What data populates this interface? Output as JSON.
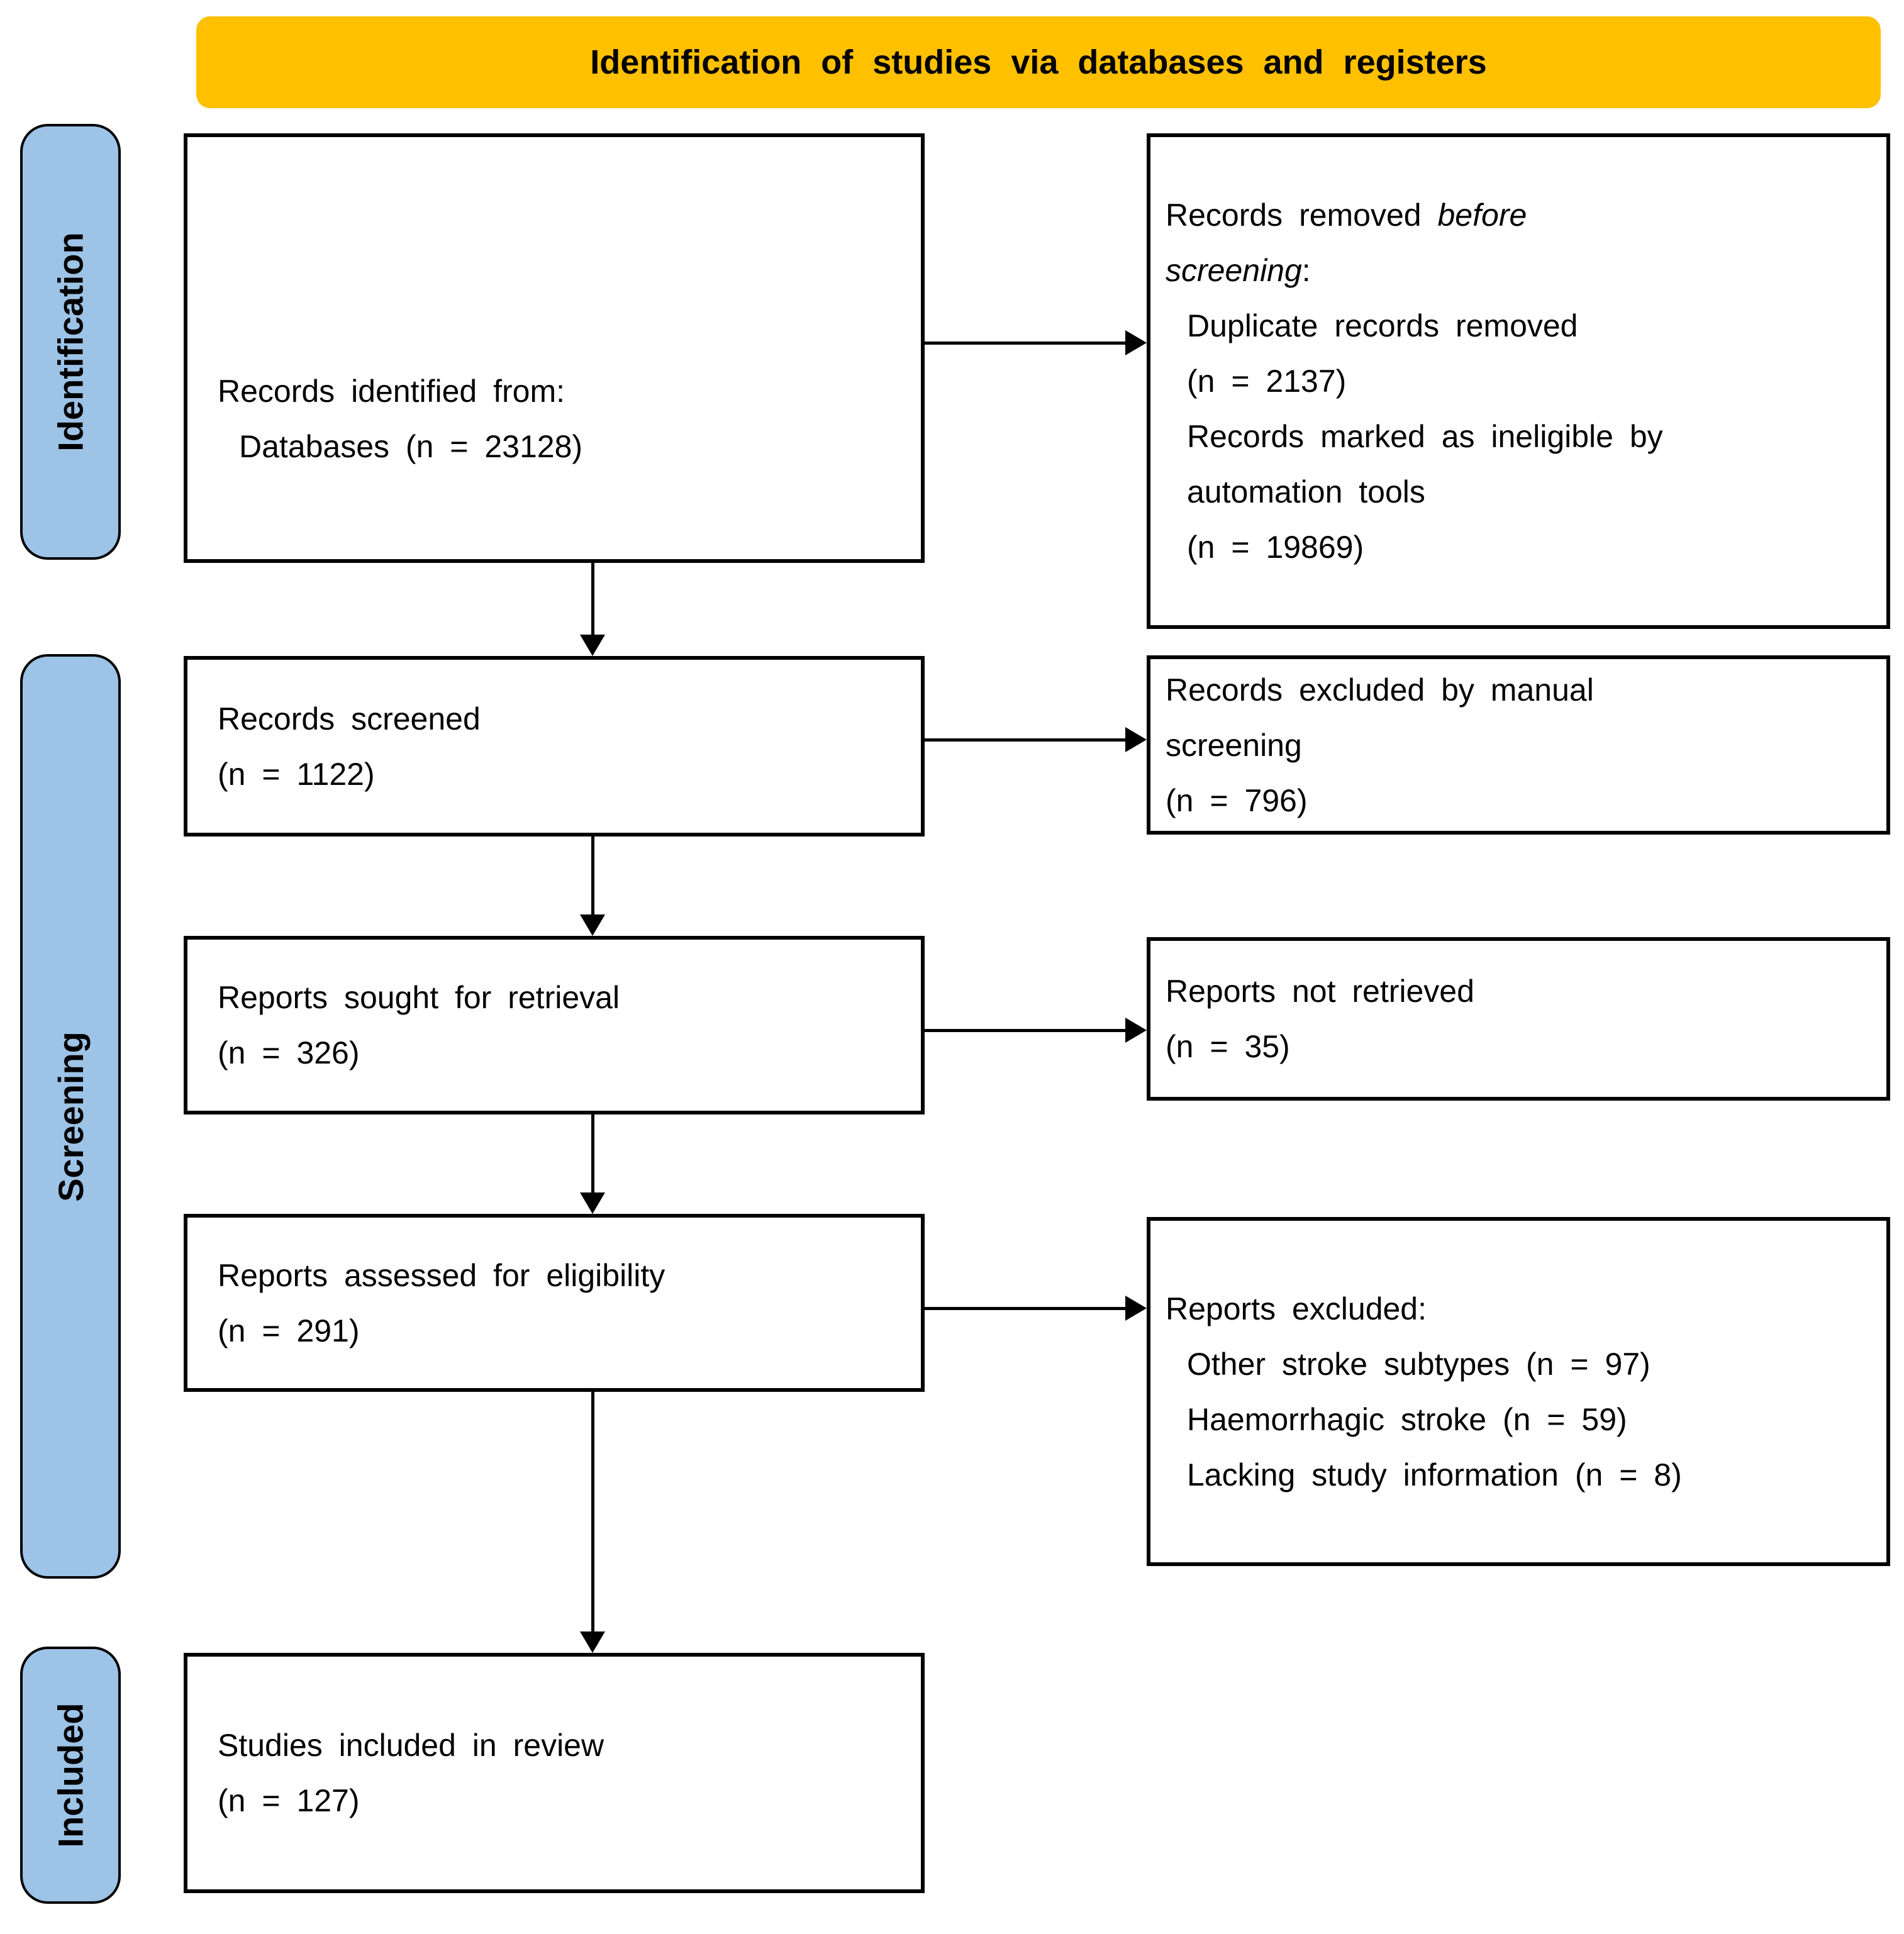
{
  "banner": {
    "title": "Identification of studies via databases  and registers"
  },
  "stages": {
    "identification": "Identification",
    "screening": "Screening",
    "included": "Included"
  },
  "boxes": {
    "records_identified": {
      "line1": "Records identified from:",
      "line2": "Databases (n = 23128)"
    },
    "records_removed": {
      "line1_normal": "Records removed ",
      "line1_italic": "before",
      "line2_italic": "screening",
      "line2_normal": ":",
      "item1": "Duplicate records removed",
      "item1_n": "(n = 2137)",
      "item2a": "Records marked as ineligible by",
      "item2b": "automation tools",
      "item2_n": "(n = 19869)"
    },
    "records_screened": {
      "line1": "Records screened",
      "line2": "(n = 1122)"
    },
    "records_excluded": {
      "line1": "Records excluded by manual",
      "line2": "screening",
      "line3": "(n = 796)"
    },
    "reports_sought": {
      "line1": "Reports sought for retrieval",
      "line2": "(n = 326)"
    },
    "reports_not_retrieved": {
      "line1": "Reports not retrieved",
      "line2": "(n = 35)"
    },
    "reports_assessed": {
      "line1": "Reports assessed for eligibility",
      "line2": "(n = 291)"
    },
    "reports_excluded": {
      "line1": "Reports excluded:",
      "item1": "Other stroke subtypes (n = 97)",
      "item2": "Haemorrhagic stroke (n = 59)",
      "item3": "Lacking study information (n = 8)"
    },
    "studies_included": {
      "line1": "Studies included in review",
      "line2": "(n = 127)"
    }
  },
  "colors": {
    "banner_bg": "#FFC000",
    "stage_bg": "#9DC3E6",
    "line": "#000000"
  }
}
